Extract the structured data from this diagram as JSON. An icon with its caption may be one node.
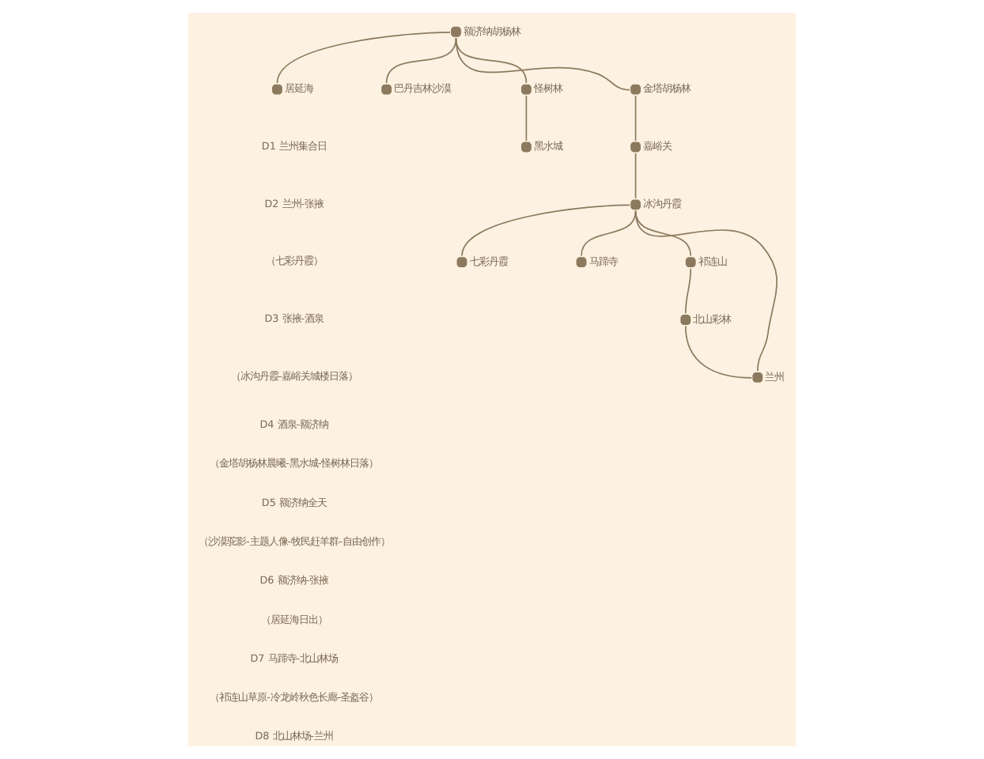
{
  "diagram": {
    "nodes": [
      {
        "text": [
          "居延海"
        ]
      },
      {
        "text": [
          "额济纳胡杨林"
        ]
      },
      {
        "text": [
          "巴丹吉林沙漠"
        ]
      },
      {
        "text": [
          "怪树林"
        ]
      },
      {
        "text": [
          "黑水城"
        ]
      },
      {
        "text": [
          "金塔胡杨林"
        ]
      },
      {
        "text": [
          "嘉峪关"
        ]
      },
      {
        "text": [
          "冰沟丹霞"
        ]
      },
      {
        "text": [
          "七彩丹霞"
        ]
      },
      {
        "text": [
          "马蹄寺"
        ]
      },
      {
        "text": [
          "祁连山"
        ]
      },
      {
        "text": [
          "北山彩林"
        ]
      },
      {
        "text": [
          "兰州"
        ]
      }
    ],
    "edges": [
      {
        "from": 1,
        "to": 0,
        "arrow": "none"
      },
      {
        "from": 1,
        "to": 2,
        "arrow": "none"
      },
      {
        "from": 1,
        "to": 3,
        "arrow": "none"
      },
      {
        "from": 3,
        "to": 4,
        "arrow": "none"
      },
      {
        "from": 1,
        "to": 5,
        "arrow": "none"
      },
      {
        "from": 5,
        "to": 6,
        "arrow": "none"
      },
      {
        "from": 6,
        "to": 7,
        "arrow": "none"
      },
      {
        "from": 7,
        "to": 8,
        "arrow": "none"
      },
      {
        "from": 7,
        "to": 9,
        "arrow": "none"
      },
      {
        "from": 7,
        "to": 10,
        "arrow": "none"
      },
      {
        "from": 10,
        "to": 11,
        "arrow": "none"
      },
      {
        "from": 11,
        "to": 12,
        "arrow": "none"
      },
      {
        "from": 7,
        "to": 12,
        "arrow": "none"
      }
    ],
    "labels": [
      "D1 兰州集合日",
      "D2 兰州-张掖",
      "（七彩丹霞）",
      "D3 张掖-酒泉",
      "（冰沟丹霞-嘉峪关城楼日落）",
      "D4 酒泉-额济纳",
      "（金塔胡杨林晨曦-黑水城-怪树林日落）",
      "D5 额济纳全天",
      "（沙漠驼影-主题人像-牧民赶羊群-自由创作）",
      "D6 额济纳-张掖",
      "（居延海日出）",
      "D7 马蹄寺-北山林场",
      "（祁连山草原-冷龙岭秋色长廊-圣盔谷）",
      "D8 北山林场-兰州"
    ]
  }
}
